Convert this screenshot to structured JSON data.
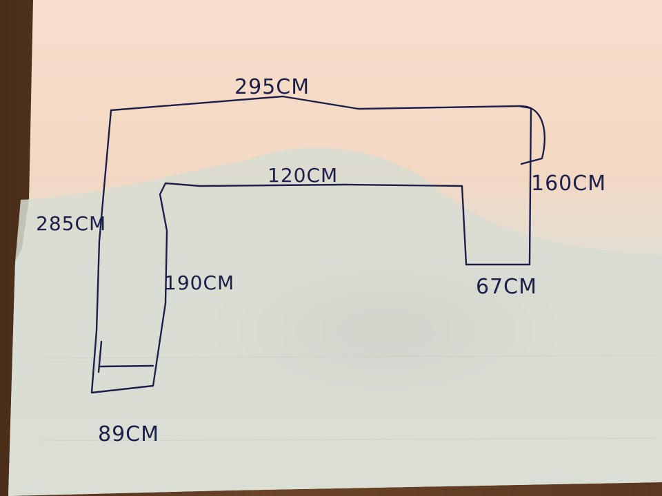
{
  "diagram": {
    "labels": {
      "top": "295CM",
      "inner_top": "120CM",
      "right": "160CM",
      "left": "285CM",
      "inner_left": "190CM",
      "inner_right_bottom": "67CM",
      "bottom": "89CM"
    },
    "colors": {
      "ink": "#1c1f4a",
      "paper_light": "#f6dcc6",
      "paper_shadow": "#d9ddd2",
      "wood": "#5a3820"
    }
  }
}
